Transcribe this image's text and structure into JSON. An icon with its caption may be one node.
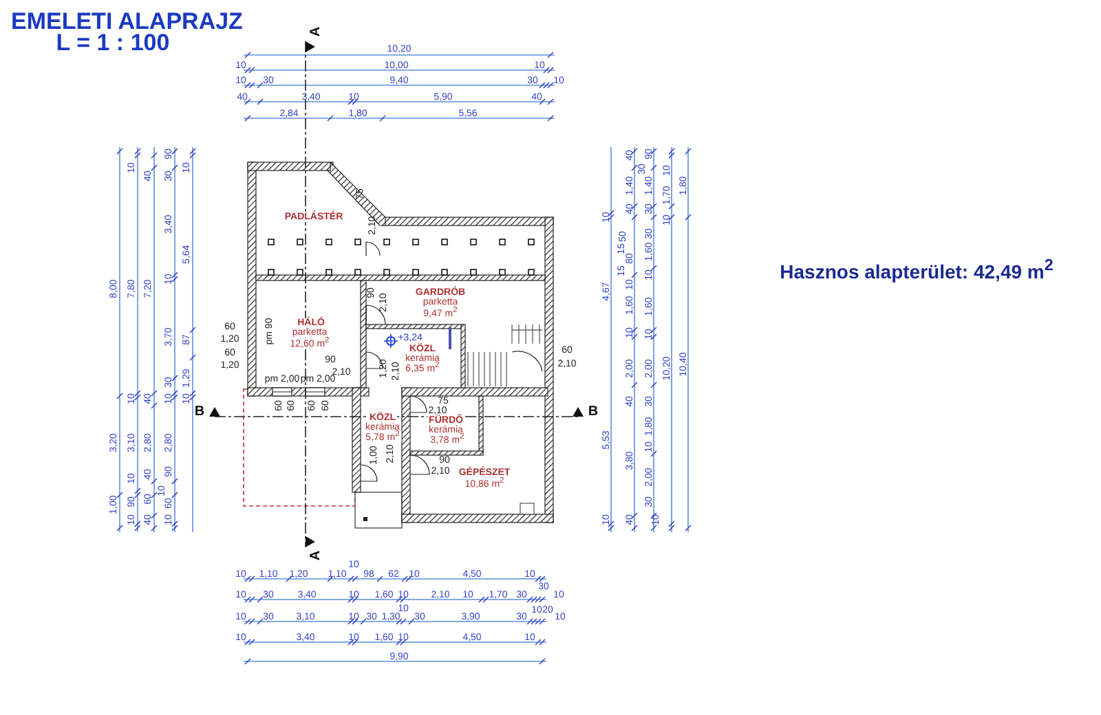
{
  "diagram": {
    "title": "EMELETI ALAPRAJZ",
    "labels": [
      "L = 1 : 100",
      "A",
      "10,20",
      "10",
      "10,00",
      "10",
      "10",
      "30",
      "9,40",
      "30",
      "10",
      "40",
      "3,40",
      "10",
      "5,90",
      "40",
      "2,84",
      "1,80",
      "5,56",
      "8,00",
      "3,20",
      "1,00",
      "10",
      "7,80",
      "10",
      "3,10",
      "10",
      "90",
      "10",
      "40",
      "7,20",
      "40",
      "2,80",
      "40",
      "60",
      "40",
      "90",
      "30",
      "3,40",
      "10",
      "3,70",
      "30",
      "10",
      "2,80",
      "90",
      "10",
      "60",
      "10",
      "10",
      "5,64",
      "87",
      "1,29",
      "10",
      "60",
      "1,20",
      "60",
      "1,20",
      "B",
      "PADLÁSTÉR",
      "75",
      "2,10",
      "GARDRÓB",
      "parketta",
      "9,47 m$^{2}$",
      "90",
      "2,10",
      "HÁLÓ",
      "parketta",
      "12,60 m$^{2}$",
      "pm 90",
      "+3,24",
      "KÖZL",
      "kerámia",
      "6,35 m$^{2}$",
      "90",
      "2,10",
      "1,20",
      "2,10",
      "pm 2,00",
      "pm 2,00",
      "60",
      "60",
      "60",
      "60",
      "KÖZL",
      "kerámia",
      "5,78 m$^{2}$",
      "75",
      "2,10",
      "FÜRDŐ",
      "kerámia",
      "3,78 m$^{2}$",
      "1,00",
      "2,10",
      "90",
      "2,10",
      "GÉPÉSZET",
      "10,86 m$^{2}$",
      "60",
      "2,10",
      "B",
      "10",
      "4,67",
      "5,53",
      "10",
      "40",
      "1,40",
      "40",
      "50",
      "15",
      "80",
      "15",
      "10",
      "1,60",
      "10",
      "2,00",
      "40",
      "3,80",
      "40",
      "90",
      "30",
      "1,40",
      "30",
      "30",
      "1,60",
      "10",
      "1,60",
      "10",
      "2,00",
      "30",
      "1,80",
      "10",
      "2,00",
      "30",
      "10",
      "10",
      "1,70",
      "10",
      "10,20",
      "1,80",
      "10,40",
      "Hasznos alapterület: 42,49 m$^{2}$",
      "A",
      "10",
      "1,10",
      "1,20",
      "1,10",
      "10",
      "98",
      "62",
      "10",
      "4,50",
      "10",
      "10",
      "30",
      "3,40",
      "10",
      "1,60",
      "10",
      "2,10",
      "10",
      "1,70",
      "30",
      "30",
      "10",
      "10",
      "30",
      "3,10",
      "10",
      "30",
      "1,30",
      "10",
      "30",
      "3,90",
      "30",
      "10",
      "20",
      "10",
      "10",
      "3,40",
      "10",
      "1,60",
      "10",
      "4,50",
      "10",
      "9,90"
    ]
  }
}
